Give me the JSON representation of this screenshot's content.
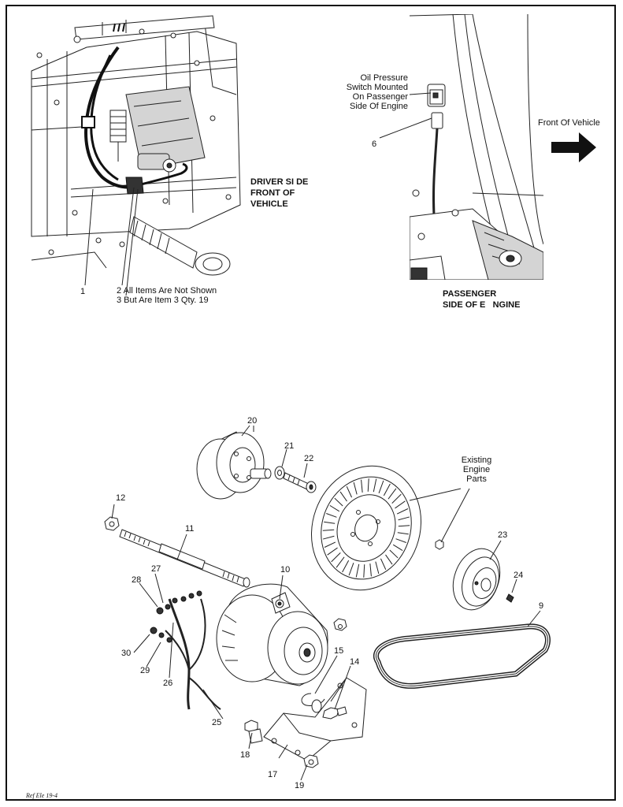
{
  "driver_panel": {
    "heading_lines": [
      "DRIVER SI DE",
      "FRONT OF",
      "VEHICLE"
    ],
    "note_lines": [
      "2 All Items Are Not Shown",
      "3 But Are Item 3 Qty. 19"
    ],
    "callout_1": "1"
  },
  "passenger_panel": {
    "switch_note_lines": [
      "Oil Pressure",
      "Switch Mounted",
      "On Passenger",
      "Side Of Engine"
    ],
    "callout_6": "6",
    "front_label": "Front Of Vehicle",
    "heading_lines": [
      "PASSENGER",
      "SIDE OF E   NGINE"
    ]
  },
  "exploded_view": {
    "existing_lines": [
      "Existing",
      "Engine",
      "Parts"
    ],
    "callouts": {
      "c9": "9",
      "c10": "10",
      "c11": "11",
      "c12": "12",
      "c14": "14",
      "c15": "15",
      "c17": "17",
      "c18": "18",
      "c19": "19",
      "c20": "20",
      "c21": "21",
      "c22": "22",
      "c23": "23",
      "c24": "24",
      "c25": "25",
      "c26": "26",
      "c27": "27",
      "c28": "28",
      "c29": "29",
      "c30": "30"
    }
  },
  "footer": {
    "ref": "Ref Ele 19-4"
  }
}
